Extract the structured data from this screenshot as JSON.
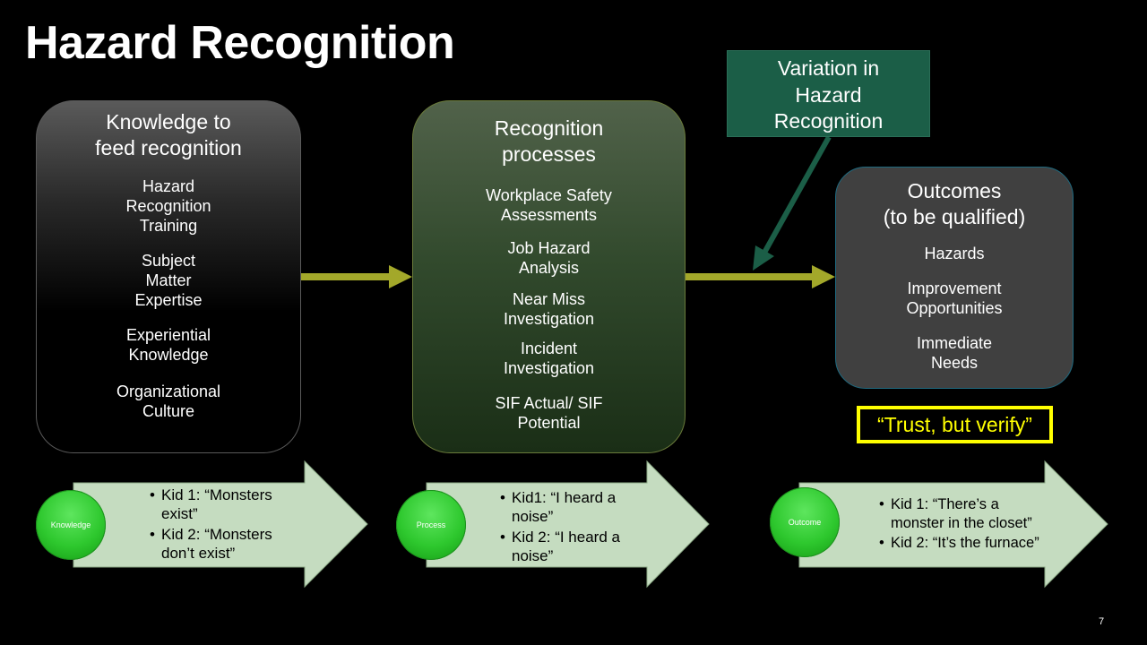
{
  "slide": {
    "title": "Hazard Recognition",
    "page_number": "7"
  },
  "knowledge_box": {
    "title": [
      "Knowledge to",
      "feed recognition"
    ],
    "items": [
      [
        "Hazard",
        "Recognition",
        "Training"
      ],
      [
        "Subject",
        "Matter",
        "Expertise"
      ],
      [
        "Experiential",
        "Knowledge"
      ],
      [
        "Organizational",
        "Culture"
      ]
    ]
  },
  "process_box": {
    "title": [
      "Recognition",
      "processes"
    ],
    "items": [
      [
        "Workplace Safety",
        "Assessments"
      ],
      [
        "Job Hazard",
        "Analysis"
      ],
      [
        "Near Miss",
        "Investigation"
      ],
      [
        "Incident",
        "Investigation"
      ],
      [
        "SIF Actual/ SIF",
        "Potential"
      ]
    ]
  },
  "outcome_box": {
    "title": [
      "Outcomes",
      "(to be qualified)"
    ],
    "items": [
      [
        "Hazards"
      ],
      [
        "Improvement",
        "Opportunities"
      ],
      [
        "Immediate",
        "Needs"
      ]
    ]
  },
  "variation_callout": {
    "lines": [
      "Variation in",
      "Hazard",
      "Recognition"
    ]
  },
  "trust_label": "“Trust, but verify”",
  "bottom_arrows": [
    {
      "circle_label": "Knowledge",
      "bullet": "•",
      "bullets": [
        [
          "Kid 1: “Monsters",
          "exist”"
        ],
        [
          "Kid 2: “Monsters",
          "don’t exist”"
        ]
      ]
    },
    {
      "circle_label": "Process",
      "bullet": "•",
      "bullets": [
        [
          "Kid1: “I heard a",
          "noise”"
        ],
        [
          "Kid 2: “I heard a",
          "noise”"
        ]
      ]
    },
    {
      "circle_label": "Outcome",
      "bullet": "•",
      "bullets": [
        [
          "Kid 1: “There’s a",
          "monster in the closet”"
        ],
        [
          "Kid 2: “It’s the furnace”"
        ]
      ]
    }
  ],
  "colors": {
    "connector_arrow": "#a3a82a",
    "callout_arrow": "#1b5e47",
    "big_arrow_fill": "#c5dcc0",
    "trust": "#ffff00"
  }
}
